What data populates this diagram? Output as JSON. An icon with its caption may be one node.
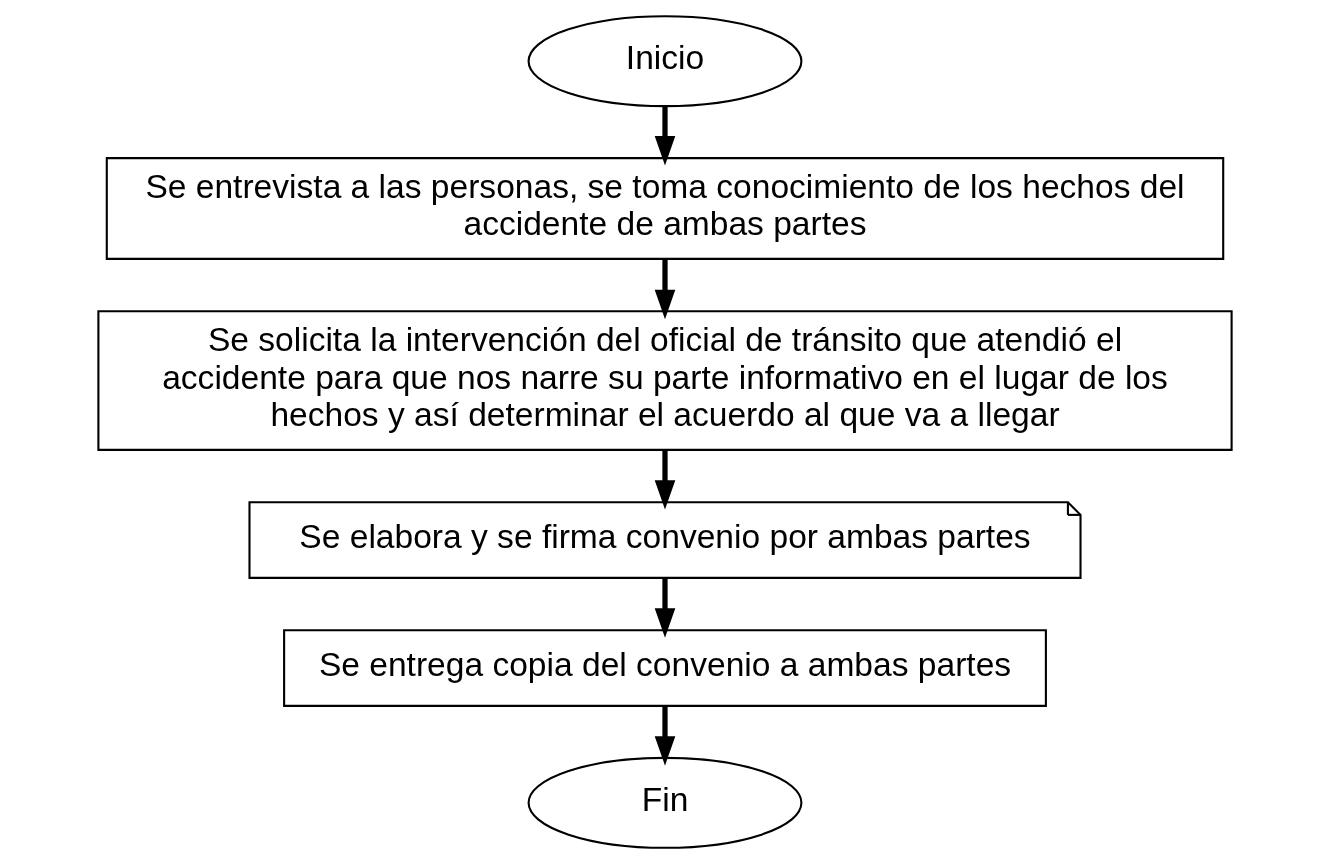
{
  "diagram": {
    "nodes": [
      {
        "text": [
          "Inicio"
        ]
      },
      {
        "text": [
          "Se entrevista a las personas, se toma conocimiento de los hechos del accidente de ambas partes"
        ]
      },
      {
        "text": [
          "Se solicita la intervención del oficial de tránsito que atendió el accidente para que nos narre su parte informativo en el lugar de los hechos y así determinar el acuerdo al que va a llegar"
        ]
      },
      {
        "text": [
          "Se elabora y se firma convenio por ambas partes"
        ]
      },
      {
        "text": [
          "Se entrega copia del convenio a ambas partes"
        ]
      },
      {
        "text": [
          "Fin"
        ]
      }
    ],
    "edges": [
      {
        "from": 0,
        "to": 1,
        "arrow": "to"
      },
      {
        "from": 1,
        "to": 2,
        "arrow": "to"
      },
      {
        "from": 2,
        "to": 3,
        "arrow": "to"
      },
      {
        "from": 3,
        "to": 4,
        "arrow": "to"
      },
      {
        "from": 4,
        "to": 5,
        "arrow": "to"
      }
    ]
  }
}
